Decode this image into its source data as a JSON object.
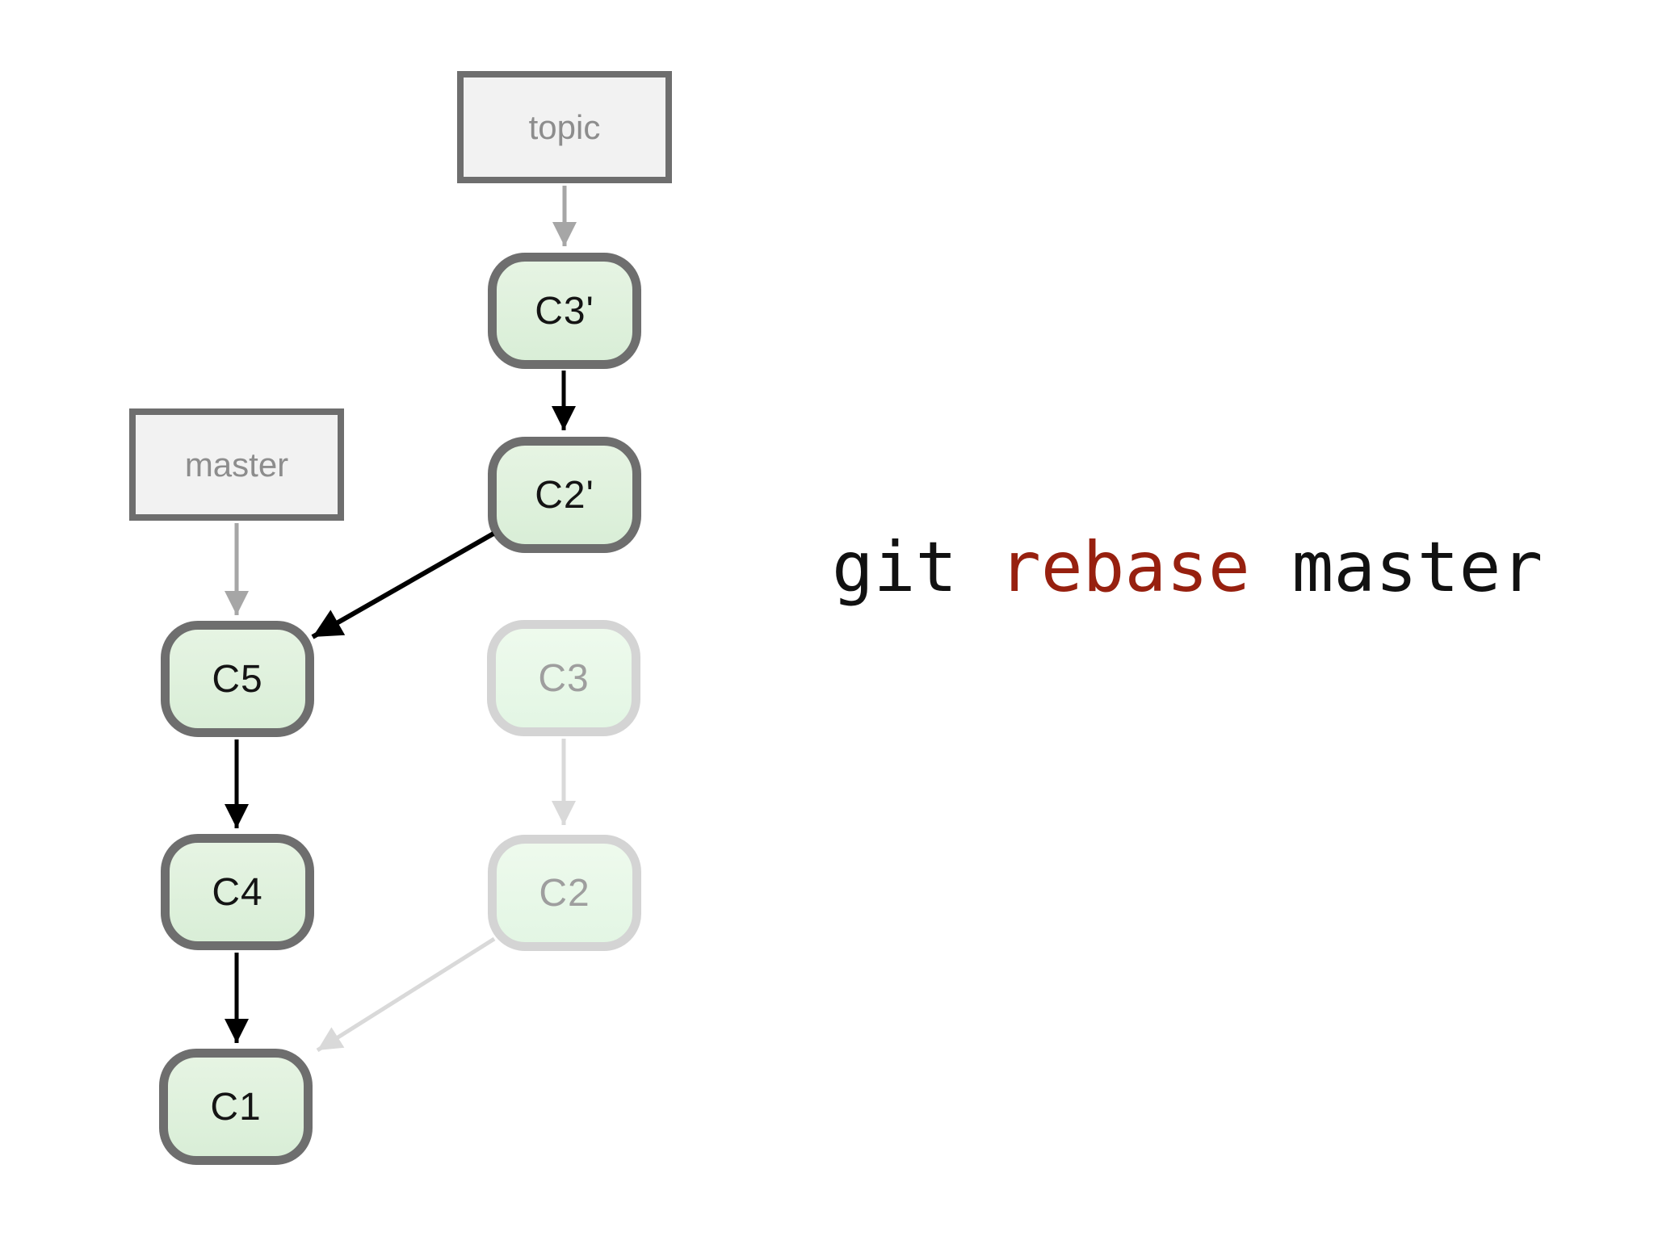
{
  "diagram": {
    "branch_labels": {
      "topic": "topic",
      "master": "master"
    },
    "commits": {
      "c3_prime": "C3'",
      "c2_prime": "C2'",
      "c5": "C5",
      "c4": "C4",
      "c1": "C1",
      "c3_old": "C3",
      "c2_old": "C2"
    }
  },
  "command": {
    "prefix": "git ",
    "highlight": "rebase",
    "suffix": " master"
  },
  "colors": {
    "commit_fill": "#ddeedb",
    "commit_border": "#6e6e6e",
    "commit_text": "#141414",
    "faded_fill": "#e9f8e9",
    "faded_border": "#d4d4d4",
    "faded_text": "#9e9e9e",
    "branch_box_fill": "#f2f2f2",
    "branch_box_border": "#6e6e6e",
    "branch_box_text": "#8d8d8d",
    "arrow_black": "#000000",
    "arrow_gray": "#a6a6a6",
    "arrow_faded": "#d9d9d9",
    "command_text": "#111111",
    "command_highlight": "#97200f",
    "background": "#ffffff"
  }
}
